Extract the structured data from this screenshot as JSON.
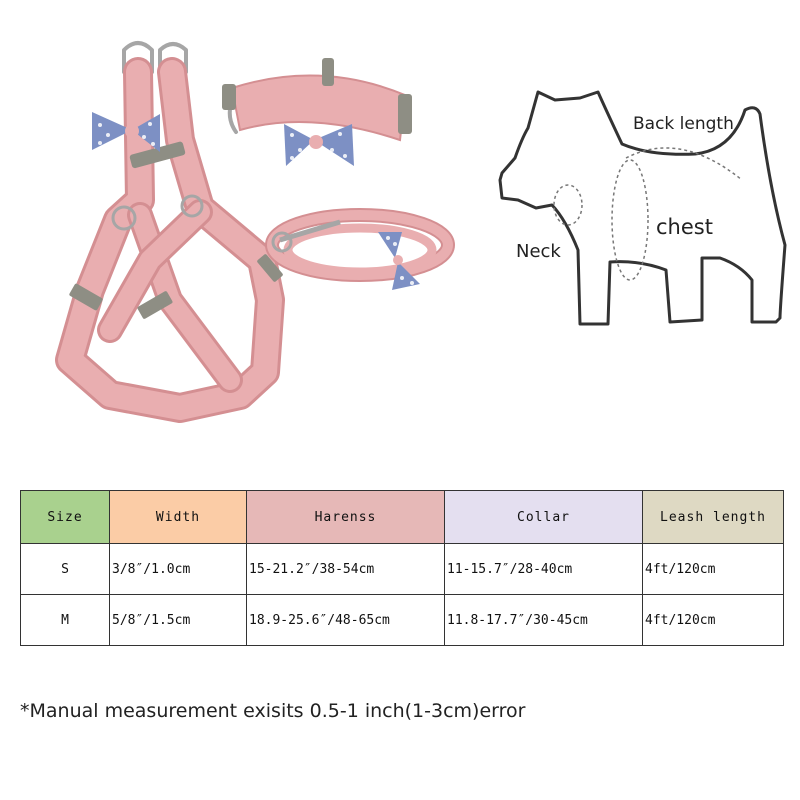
{
  "dog_labels": {
    "back_length": "Back length",
    "chest": "chest",
    "neck": "Neck"
  },
  "colors": {
    "strap_pink": "#e9aeb0",
    "strap_pink_dark": "#d48f92",
    "bow_blue": "#7d90c4",
    "buckle_gray": "#8e8e84",
    "header_size": "#a9d18e",
    "header_width": "#fbcca6",
    "header_harness": "#e6b8b7",
    "header_collar": "#e4dff0",
    "header_leash": "#ded9c3"
  },
  "table": {
    "headers": [
      "Size",
      "Width",
      "Harenss",
      "Collar",
      "Leash length"
    ],
    "rows": [
      [
        "S",
        "3/8″/1.0cm",
        "15-21.2″/38-54cm",
        "11-15.7″/28-40cm",
        "4ft/120cm"
      ],
      [
        "M",
        "5/8″/1.5cm",
        "18.9-25.6″/48-65cm",
        "11.8-17.7″/30-45cm",
        "4ft/120cm"
      ]
    ]
  },
  "note": "*Manual measurement exisits 0.5-1 inch(1-3cm)error"
}
